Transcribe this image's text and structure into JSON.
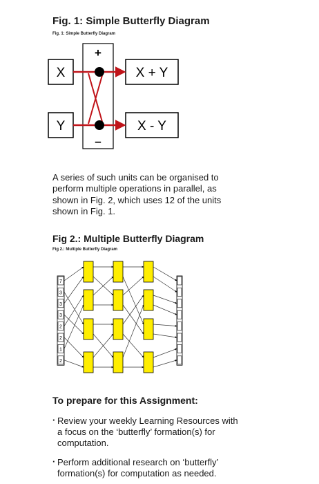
{
  "fig1": {
    "heading": "Fig. 1: Simple Butterfly Diagram",
    "caption": "Fig. 1: Simple Butterfly Diagram",
    "plus": "+",
    "minus": "–",
    "input_x": "X",
    "input_y": "Y",
    "output_sum": "X + Y",
    "output_diff": "X - Y"
  },
  "paragraph": {
    "lines": [
      "A series of such units can be organised to",
      "perform multiple operations in parallel, as",
      "shown in Fig. 2, which uses 12 of the units",
      "shown in Fig. 1."
    ]
  },
  "fig2": {
    "heading": "Fig 2.: Multiple Butterfly Diagram",
    "caption": "Fig 2.: Multiple Butterfly Diagram",
    "input_values": [
      "7",
      "3",
      "3",
      "3",
      "2",
      "2",
      "1",
      "2"
    ],
    "colors": {
      "unit_fill": "#ffee00",
      "unit_stroke": "#000000"
    }
  },
  "assignment": {
    "heading": "To prepare for this Assignment:",
    "bullets": [
      [
        "Review your weekly Learning Resources with",
        "a focus on the ‘butterfly’ formation(s) for",
        "computation."
      ],
      [
        "Perform additional research on ‘butterfly’",
        "formation(s) for computation as needed."
      ]
    ]
  },
  "colors": {
    "line_red": "#c0141a",
    "node_black": "#000000"
  }
}
